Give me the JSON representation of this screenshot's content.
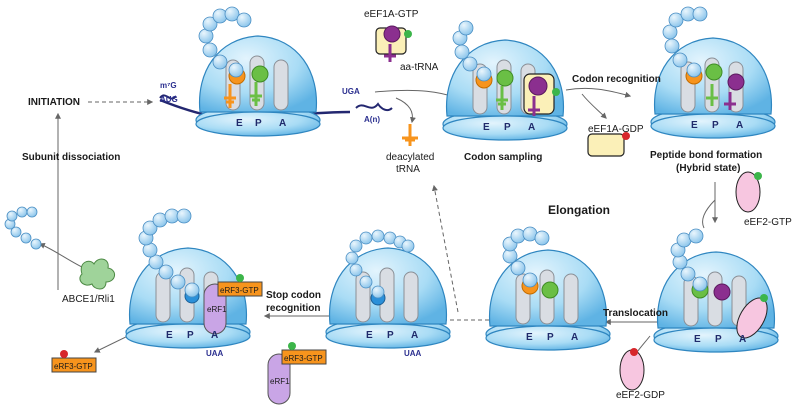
{
  "stages": {
    "initiation": "INITIATION",
    "subunit_dissociation": "Subunit dissociation",
    "codon_sampling": "Codon sampling",
    "codon_recognition": "Codon recognition",
    "peptide_bond_line1": "Peptide bond formation",
    "peptide_bond_line2": "(Hybrid state)",
    "elongation": "Elongation",
    "translocation": "Translocation",
    "stop_codon_line1": "Stop codon",
    "stop_codon_line2": "recognition"
  },
  "factors": {
    "eef1a_gtp": "eEF1A-GTP",
    "aa_trna": "aa-tRNA",
    "eef1a_gdp": "eEF1A-GDP",
    "eef2_gtp": "eEF2-GTP",
    "eef2_gdp": "eEF2-GDP",
    "deacylated_line1": "deacylated",
    "deacylated_line2": "tRNA",
    "erf3_gtp": "eRF3-GTP",
    "erf1": "eRF1",
    "abce1": "ABCE1/Rli1"
  },
  "mrna": {
    "cap": "m⁷G",
    "start_codon": "AUG",
    "stop_codon_uga": "UGA",
    "poly_a": "A(n)",
    "stop_codon_uaa": "UAA"
  },
  "sites": {
    "e": "E",
    "p": "P",
    "a": "A"
  },
  "colors": {
    "ribosome": "#a9dcf5",
    "ribosome_stroke": "#2f86c0",
    "mrna": "#232770",
    "chain": "#b3dcf6",
    "orange": "#f7941d",
    "green": "#6abf45",
    "purple": "#8b2f8f",
    "blue": "#2b90d9",
    "erf3_box": "#f7941d",
    "eef1a_box": "#fbf0b8",
    "eef2_oval": "#f7c6e0",
    "erf1_oval": "#c9a5e6",
    "abce1": "#9fd39a"
  }
}
